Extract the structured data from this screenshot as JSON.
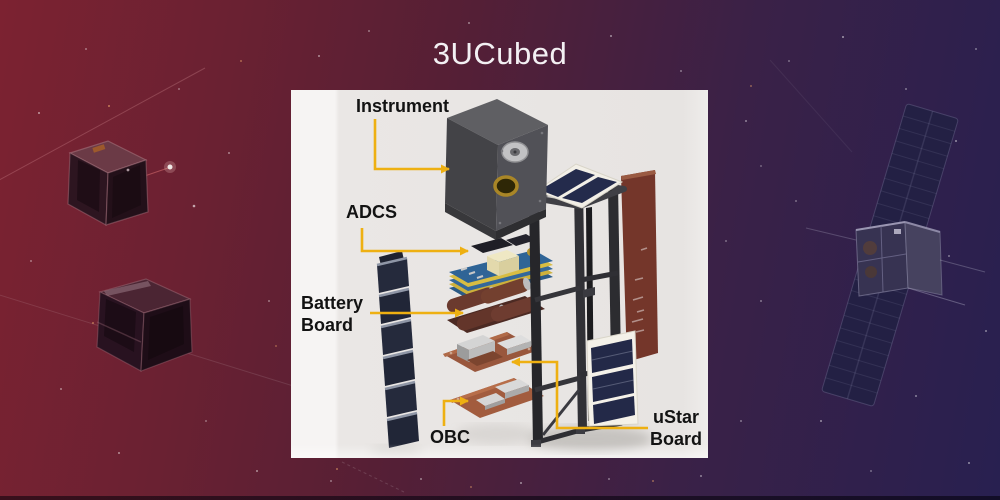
{
  "title": "3UCubed",
  "diagram_panel": {
    "labels": {
      "instrument": "Instrument",
      "adcs": "ADCS",
      "battery_board": [
        "Battery",
        "Board"
      ],
      "obc": "OBC",
      "ustar_board": [
        "uStar",
        "Board"
      ]
    },
    "annotation_arrow_color": "#eeb012",
    "panel_background": "#e8e5e3"
  },
  "background": {
    "gradient_left_color": "#7c2231",
    "gradient_right_color": "#282050"
  }
}
